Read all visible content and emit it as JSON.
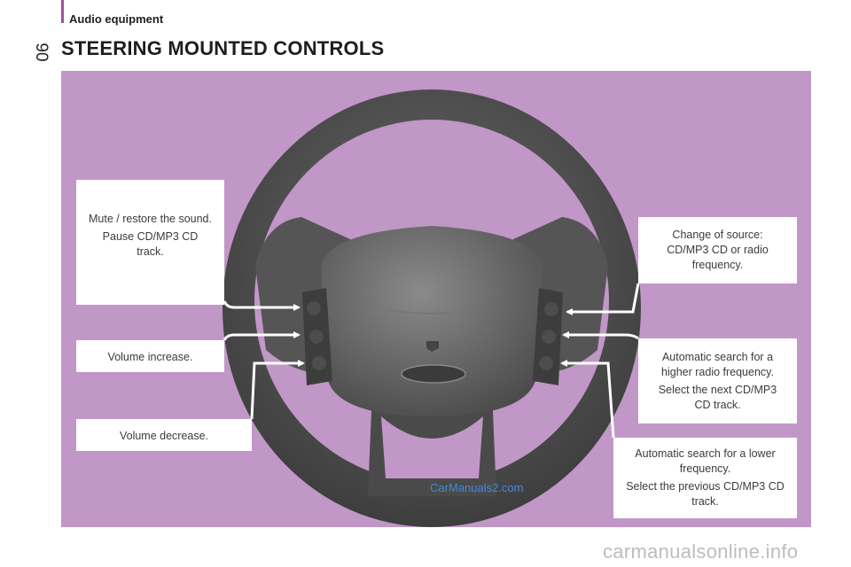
{
  "header": {
    "section": "Audio equipment",
    "page_number": "90",
    "title": "STEERING MOUNTED CONTROLS"
  },
  "colors": {
    "panel": "#c197c7",
    "accent": "#a2509c",
    "arrow": "#ffffff",
    "watermark": "#3f8bd6"
  },
  "callouts": {
    "mute": {
      "line1": "Mute / restore the sound.",
      "line2": "Pause CD/MP3 CD track."
    },
    "volume_up": {
      "line1": "Volume increase."
    },
    "volume_down": {
      "line1": "Volume decrease."
    },
    "source": {
      "line1": "Change of source: CD/MP3 CD or radio frequency."
    },
    "search_up": {
      "line1": "Automatic search for a higher radio frequency.",
      "line2": "Select the next CD/MP3 CD track."
    },
    "search_down": {
      "line1": "Automatic search for a lower frequency.",
      "line2": "Select the previous CD/MP3 CD track."
    }
  },
  "watermark": "CarManuals2.com",
  "footer": "carmanualsonline.info"
}
